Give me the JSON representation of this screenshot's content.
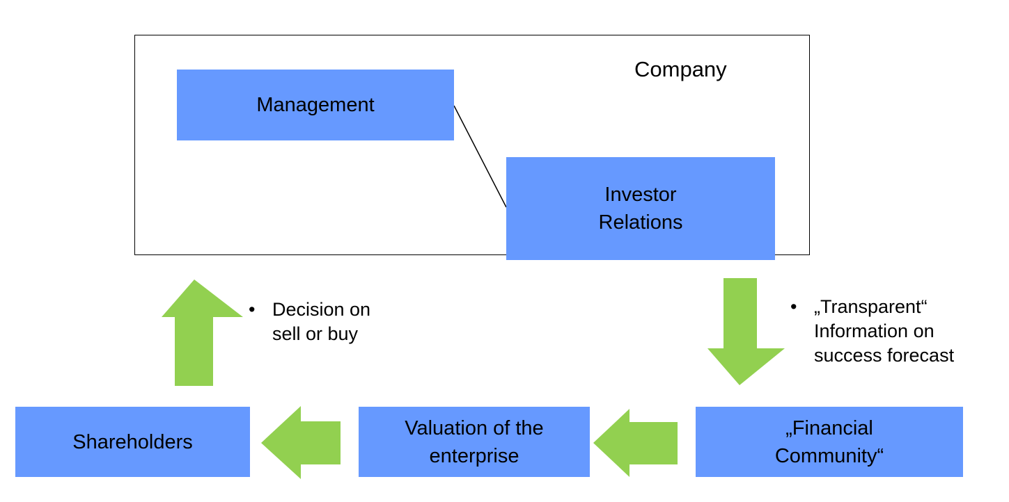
{
  "company": {
    "label": "Company"
  },
  "boxes": {
    "management": {
      "lines": [
        "Management"
      ]
    },
    "investor_relations": {
      "lines": [
        "Investor",
        "Relations"
      ]
    },
    "shareholders": {
      "lines": [
        "Shareholders"
      ]
    },
    "valuation": {
      "lines": [
        "Valuation of the",
        "enterprise"
      ]
    },
    "financial_community": {
      "lines": [
        "„Financial",
        "Community“"
      ]
    }
  },
  "notes": {
    "decision": {
      "bullet": "•",
      "lines": [
        "Decision on",
        "sell or buy"
      ]
    },
    "transparent": {
      "bullet": "•",
      "lines": [
        "„Transparent“",
        "Information on",
        "success forecast"
      ]
    }
  },
  "colors": {
    "box_fill": "#6699ff",
    "arrow_fill": "#92d050",
    "frame_stroke": "#000000"
  }
}
